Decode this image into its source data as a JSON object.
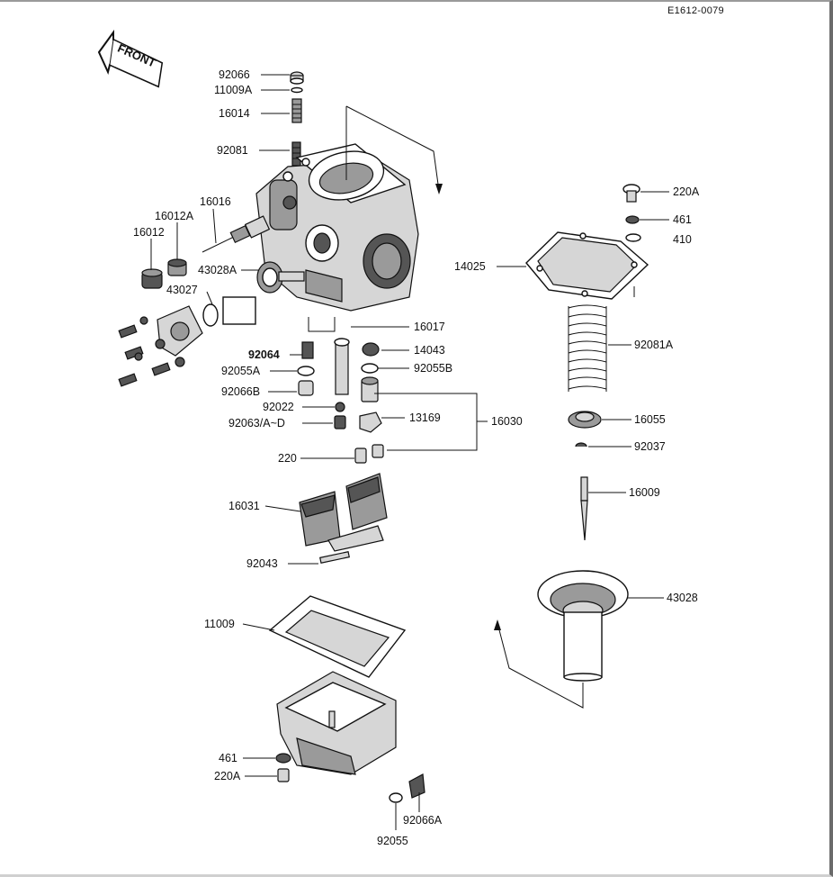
{
  "document_code": "E1612-0079",
  "front_label": "FRONT",
  "labels": {
    "p92066": "92066",
    "p11009A": "11009A",
    "p16014": "16014",
    "p92081": "92081",
    "p16016": "16016",
    "p16012A": "16012A",
    "p16012": "16012",
    "p43028A": "43028A",
    "p43027": "43027",
    "p16017": "16017",
    "p92064": "92064",
    "p14043": "14043",
    "p92055A": "92055A",
    "p92055B": "92055B",
    "p92066B": "92066B",
    "p92022": "92022",
    "p92063": "92063/A~D",
    "p13169": "13169",
    "p16030": "16030",
    "p220": "220",
    "p16031": "16031",
    "p92043": "92043",
    "p11009": "11009",
    "p461b": "461",
    "p220Ab": "220A",
    "p92066A": "92066A",
    "p92055": "92055",
    "p220A": "220A",
    "p461": "461",
    "p410": "410",
    "p14025": "14025",
    "p92081A": "92081A",
    "p16055": "16055",
    "p92037": "92037",
    "p16009": "16009",
    "p43028": "43028"
  }
}
